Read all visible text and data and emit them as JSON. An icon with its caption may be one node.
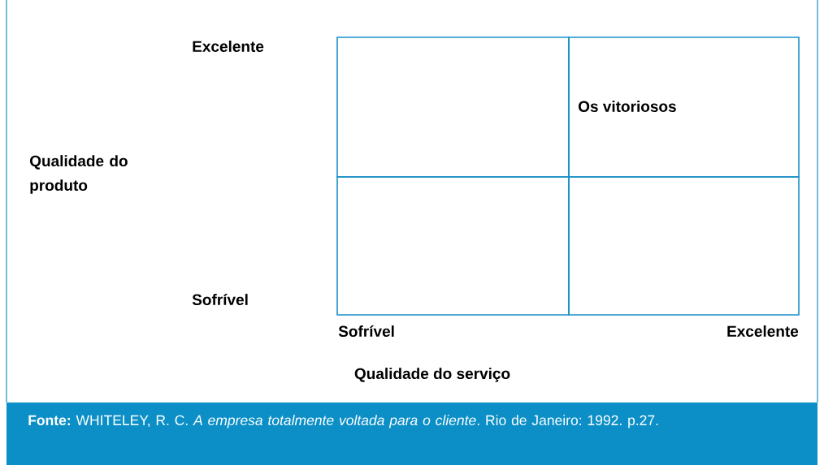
{
  "diagram": {
    "caption": "**Fonte:** WHITELEY, R. C. *A empresa totalmente voltada para o cliente*. Rio de Janeiro: 1992. p.27.",
    "nodes": [
      {
        "text": [],
        "shape": "box"
      },
      {
        "text": [
          "Os vitoriosos"
        ]
      },
      {
        "text": [],
        "shape": "box"
      },
      {
        "text": [],
        "shape": "box"
      }
    ],
    "labels": [
      "Excelente",
      "Qualidade do produto",
      "Sofrível",
      "Sofrível",
      "Excelente",
      "Qualidade do serviço"
    ]
  }
}
